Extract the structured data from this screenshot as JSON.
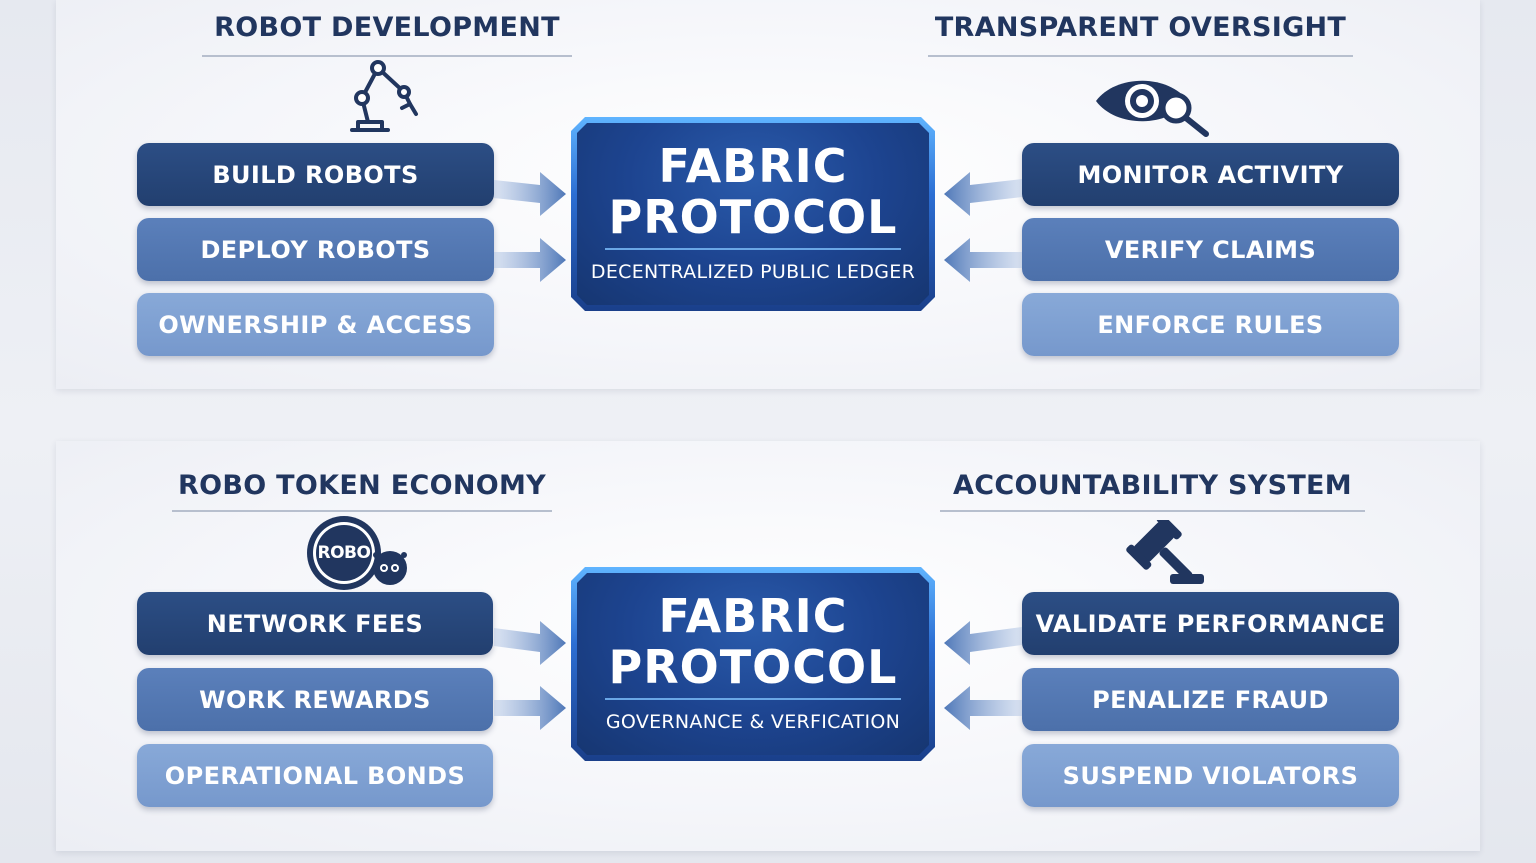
{
  "diagrams": [
    {
      "hub": {
        "title_line1": "FABRIC",
        "title_line2": "PROTOCOL",
        "subtitle": "DECENTRALIZED PUBLIC LEDGER"
      },
      "left": {
        "heading": "ROBOT DEVELOPMENT",
        "icon": "robot-arm-icon",
        "items": [
          "BUILD ROBOTS",
          "DEPLOY ROBOTS",
          "OWNERSHIP & ACCESS"
        ]
      },
      "right": {
        "heading": "TRANSPARENT OVERSIGHT",
        "icon": "eye-magnifier-icon",
        "items": [
          "MONITOR ACTIVITY",
          "VERIFY CLAIMS",
          "ENFORCE RULES"
        ]
      }
    },
    {
      "hub": {
        "title_line1": "FABRIC",
        "title_line2": "PROTOCOL",
        "subtitle": "GOVERNANCE & VERFICATION"
      },
      "left": {
        "heading": "ROBO TOKEN ECONOMY",
        "icon": "robo-token-icon",
        "icon_text": "ROBO",
        "items": [
          "NETWORK FEES",
          "WORK REWARDS",
          "OPERATIONAL BONDS"
        ]
      },
      "right": {
        "heading": "ACCOUNTABILITY SYSTEM",
        "icon": "gavel-icon",
        "items": [
          "VALIDATE PERFORMANCE",
          "PENALIZE FRAUD",
          "SUSPEND VIOLATORS"
        ]
      }
    }
  ],
  "colors": {
    "heading": "#21365f",
    "pill_dark": "#2a4b80",
    "pill_mid": "#5578b3",
    "pill_light": "#82a3d4",
    "hub_fill": "#1d4490",
    "hub_border": "#4fa6f5",
    "arrow": "#5a82c0"
  }
}
